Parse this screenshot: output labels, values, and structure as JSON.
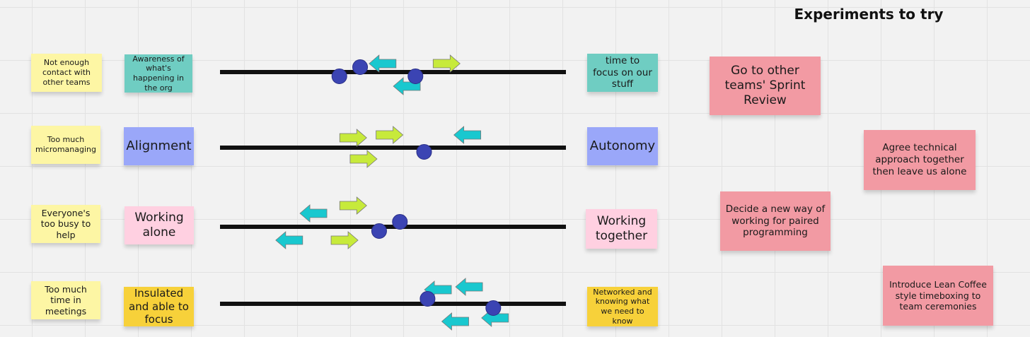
{
  "heading": "Experiments to try",
  "rows": [
    {
      "problem": "Not enough contact with other teams",
      "left_pole": "Awareness of what's happening in the org",
      "right_pole": "time to focus on our stuff",
      "dots": [
        0.345,
        0.405,
        0.565
      ],
      "arrows": [
        {
          "dir": "left",
          "color": "teal",
          "pos": 0.47,
          "offset": -12
        },
        {
          "dir": "right",
          "color": "green",
          "pos": 0.655,
          "offset": -12
        },
        {
          "dir": "left",
          "color": "teal",
          "pos": 0.54,
          "offset": 20
        }
      ]
    },
    {
      "problem": "Too much micromanaging",
      "left_pole": "Alignment",
      "right_pole": "Autonomy",
      "dots": [
        0.59
      ],
      "arrows": [
        {
          "dir": "right",
          "color": "green",
          "pos": 0.385,
          "offset": -14
        },
        {
          "dir": "right",
          "color": "green",
          "pos": 0.49,
          "offset": -18
        },
        {
          "dir": "left",
          "color": "teal",
          "pos": 0.715,
          "offset": -18
        },
        {
          "dir": "right",
          "color": "green",
          "pos": 0.415,
          "offset": 16
        }
      ]
    },
    {
      "problem": "Everyone's too busy to help",
      "left_pole": "Working alone",
      "right_pole": "Working together",
      "dots": [
        0.46,
        0.52
      ],
      "arrows": [
        {
          "dir": "left",
          "color": "teal",
          "pos": 0.27,
          "offset": -19
        },
        {
          "dir": "right",
          "color": "green",
          "pos": 0.385,
          "offset": -30
        },
        {
          "dir": "left",
          "color": "teal",
          "pos": 0.2,
          "offset": 19
        },
        {
          "dir": "right",
          "color": "green",
          "pos": 0.36,
          "offset": 19
        }
      ]
    },
    {
      "problem": "Too much time in meetings",
      "left_pole": "Insulated and able to focus",
      "right_pole": "Networked and knowing what we need to know",
      "dots": [
        0.79,
        0.6
      ],
      "arrows": [
        {
          "dir": "left",
          "color": "teal",
          "pos": 0.63,
          "offset": -20
        },
        {
          "dir": "left",
          "color": "teal",
          "pos": 0.72,
          "offset": -24
        },
        {
          "dir": "left",
          "color": "teal",
          "pos": 0.795,
          "offset": 20
        },
        {
          "dir": "left",
          "color": "teal",
          "pos": 0.68,
          "offset": 25
        }
      ]
    }
  ],
  "experiments": [
    "Go to other teams' Sprint Review",
    "Agree technical approach together then leave us alone",
    "Decide a new  way of working for paired programming",
    "Introduce Lean Coffee style timeboxing to team ceremonies"
  ],
  "colors": {
    "line": "#111111",
    "dot": "#3b44b3",
    "teal_arrow": "#19c8cf",
    "green_arrow": "#c7ea3b"
  }
}
